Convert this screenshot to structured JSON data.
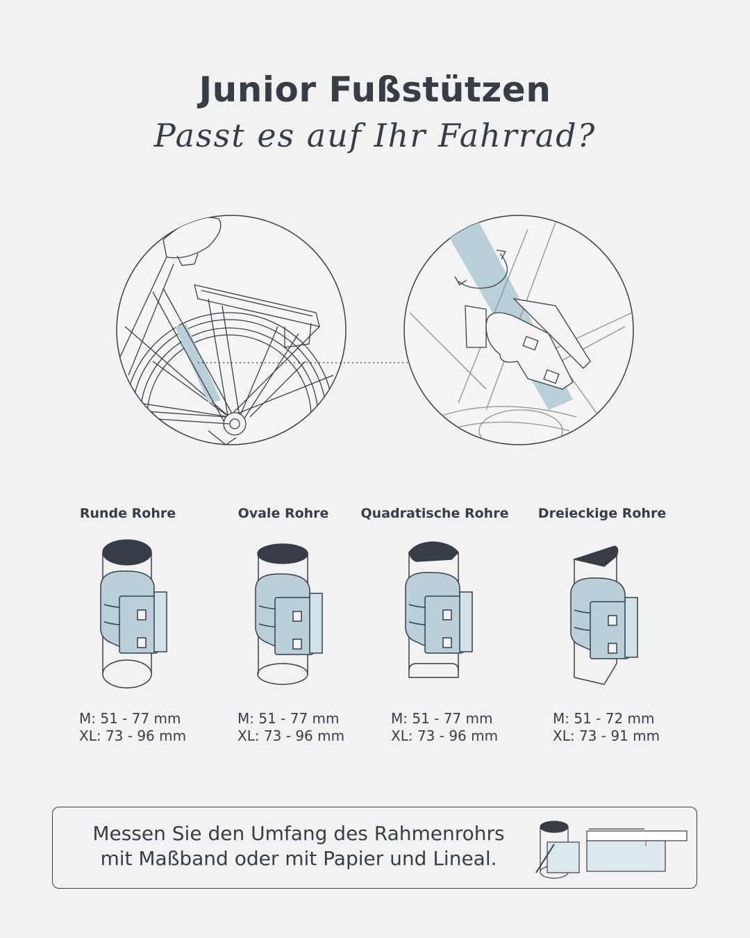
{
  "header": {
    "title": "Junior Fußstützen",
    "subtitle": "Passt es auf Ihr Fahrrad?"
  },
  "tube_types": [
    {
      "label": "Runde Rohre",
      "shape": "round",
      "m": "M: 51 - 77 mm",
      "xl": "XL: 73 - 96 mm"
    },
    {
      "label": "Ovale Rohre",
      "shape": "oval",
      "m": "M: 51 - 77 mm",
      "xl": "XL: 73 - 96 mm"
    },
    {
      "label": "Quadratische Rohre",
      "shape": "square",
      "m": "M: 51 - 77 mm",
      "xl": "XL: 73 - 96 mm"
    },
    {
      "label": "Dreieckige Rohre",
      "shape": "triangle",
      "m": "M: 51 - 72 mm",
      "xl": "XL: 73 - 91 mm"
    }
  ],
  "note": {
    "line1": "Messen Sie den Umfang des Rahmenrohrs",
    "line2": "mit Maßband oder mit Papier und Lineal."
  },
  "colors": {
    "background": "#f2f2f2",
    "ink": "#373d47",
    "accent_blue": "#b9cfd9",
    "light_blue": "#dde8ee"
  }
}
